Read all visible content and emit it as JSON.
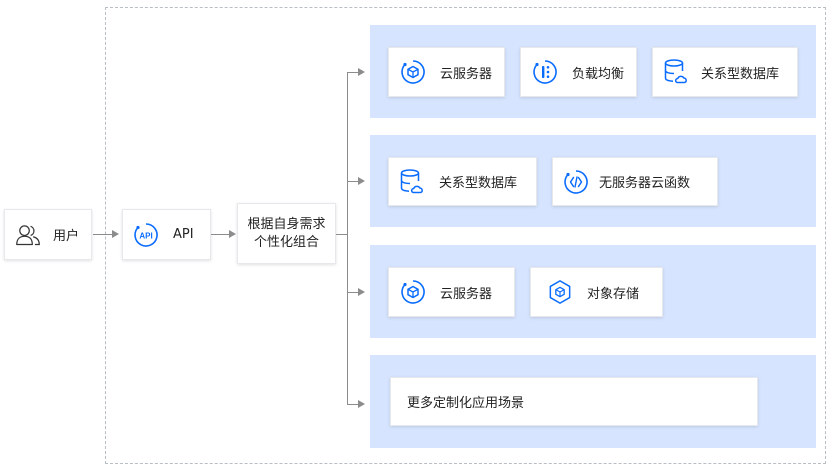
{
  "user": {
    "label": "用户",
    "icon": "user-group-icon"
  },
  "api": {
    "label": "API",
    "icon_text": "API",
    "icon": "api-icon"
  },
  "combine": {
    "line1": "根据自身需求",
    "line2": "个性化组合"
  },
  "rows": [
    {
      "items": [
        {
          "label": "云服务器",
          "icon": "cloud-server-icon"
        },
        {
          "label": "负载均衡",
          "icon": "load-balancer-icon"
        },
        {
          "label": "关系型数据库",
          "icon": "database-icon"
        }
      ]
    },
    {
      "items": [
        {
          "label": "关系型数据库",
          "icon": "database-icon"
        },
        {
          "label": "无服务器云函数",
          "icon": "serverless-function-icon"
        }
      ]
    },
    {
      "items": [
        {
          "label": "云服务器",
          "icon": "cloud-server-icon"
        },
        {
          "label": "对象存储",
          "icon": "object-storage-icon"
        }
      ]
    },
    {
      "items": [
        {
          "label": "更多定制化应用场景"
        }
      ]
    }
  ],
  "colors": {
    "accent": "#0a6cff",
    "panel": "#d6e4ff",
    "connector": "#8c8c8c"
  }
}
